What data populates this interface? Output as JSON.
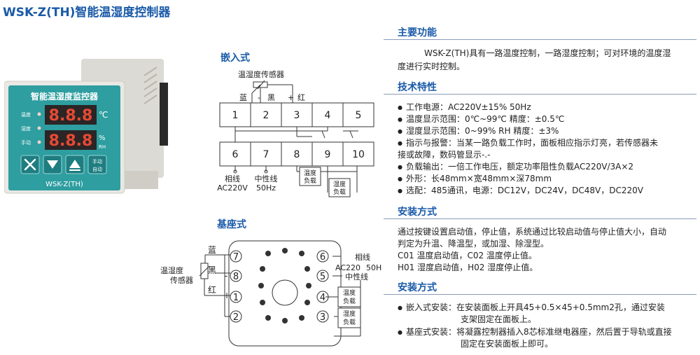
{
  "title": "WSK-Z(TH)智能温湿度控制器",
  "device": {
    "brand_label": "智能温湿度监控器",
    "indicators": [
      "温度",
      "湿度",
      "手动"
    ],
    "display_top": "8.8.8",
    "unit_top": "℃",
    "display_bottom": "8.8.8",
    "unit_bottom_1": "%",
    "unit_bottom_2": "RH",
    "button_manual": "手动",
    "button_auto": "自动",
    "model": "WSK-Z(TH)",
    "icons": [
      "tools-icon",
      "down-arrow-icon",
      "up-arrow-icon"
    ]
  },
  "embedded": {
    "heading": "嵌入式",
    "sensor_label": "温湿度传感器",
    "wire_blue": "蓝",
    "wire_black": "黑",
    "wire_red": "红",
    "minus": "-",
    "plus": "+",
    "terminals_top": [
      "1",
      "2",
      "3",
      "4",
      "5"
    ],
    "terminals_bottom": [
      "6",
      "7",
      "8",
      "9",
      "10"
    ],
    "live_label": "相线",
    "neutral_label": "中性线",
    "voltage_label": "AC220V",
    "freq_label": "50Hz",
    "load_temp_1": "温度",
    "load_temp_2": "负载",
    "load_hum_1": "湿度",
    "load_hum_2": "负载"
  },
  "base": {
    "heading": "基座式",
    "wire_blue": "蓝",
    "wire_black": "黑",
    "wire_red": "红",
    "sensor_label_1": "温湿度",
    "sensor_label_2": "传感器",
    "minus": "-",
    "plus": "+",
    "pins": [
      "7",
      "8",
      "1",
      "2",
      "6",
      "5",
      "4",
      "3"
    ],
    "live_label": "相线",
    "ac_label": "AC220",
    "freq_label": "50Hz",
    "neutral_label": "中性线",
    "load_temp_1": "温度",
    "load_temp_2": "负载",
    "load_hum_1": "湿度",
    "load_hum_2": "负载"
  },
  "main_function": {
    "heading": "主要功能",
    "line1": "WSK-Z(TH)具有一路温度控制，一路湿度控制；可对环境的温度湿",
    "line2": "度进行实时控制。"
  },
  "tech": {
    "heading": "技术特性",
    "items": [
      "工作电源：AC220V±15% 50Hz",
      "温度显示范围：0℃~99℃ 精度：±0.5℃",
      "湿度显示范围：0~99% RH 精度：±3%",
      "指示与报警：当某一路负载工作时，面板相应指示灯亮，若传感器未",
      "接或故障，数码管显示-.-",
      "负载输出：一倍工作电压，额定功率阻性负载AC220V/3A×2",
      "外形：长48mm×宽48mm×深78mm",
      "选配：485通讯，电源：DC12V，DC24V，DC48V，DC220V"
    ]
  },
  "install1": {
    "heading": "安装方式",
    "lines": [
      "通过按键设置启动值，停止值，系统通过比较启动值与停止值大小，自动",
      "判定为升温、降温型，或加湿、除湿型。",
      "C01 温度启动值，C02 温度停止值。",
      "H01 湿度启动值，H02 湿度停止值。"
    ]
  },
  "install2": {
    "heading": "安装方式",
    "item1_line1": "嵌入式安装：在安装面板上开具45+0.5×45+0.5mm2孔，通过安装",
    "item1_line2": "支架固定在面板上。",
    "item2_line1": "基座式安装：将凝露控制器插入8芯标准继电器座，然后置于导轨或直接",
    "item2_line2": "固定在安装面板上即可。"
  }
}
